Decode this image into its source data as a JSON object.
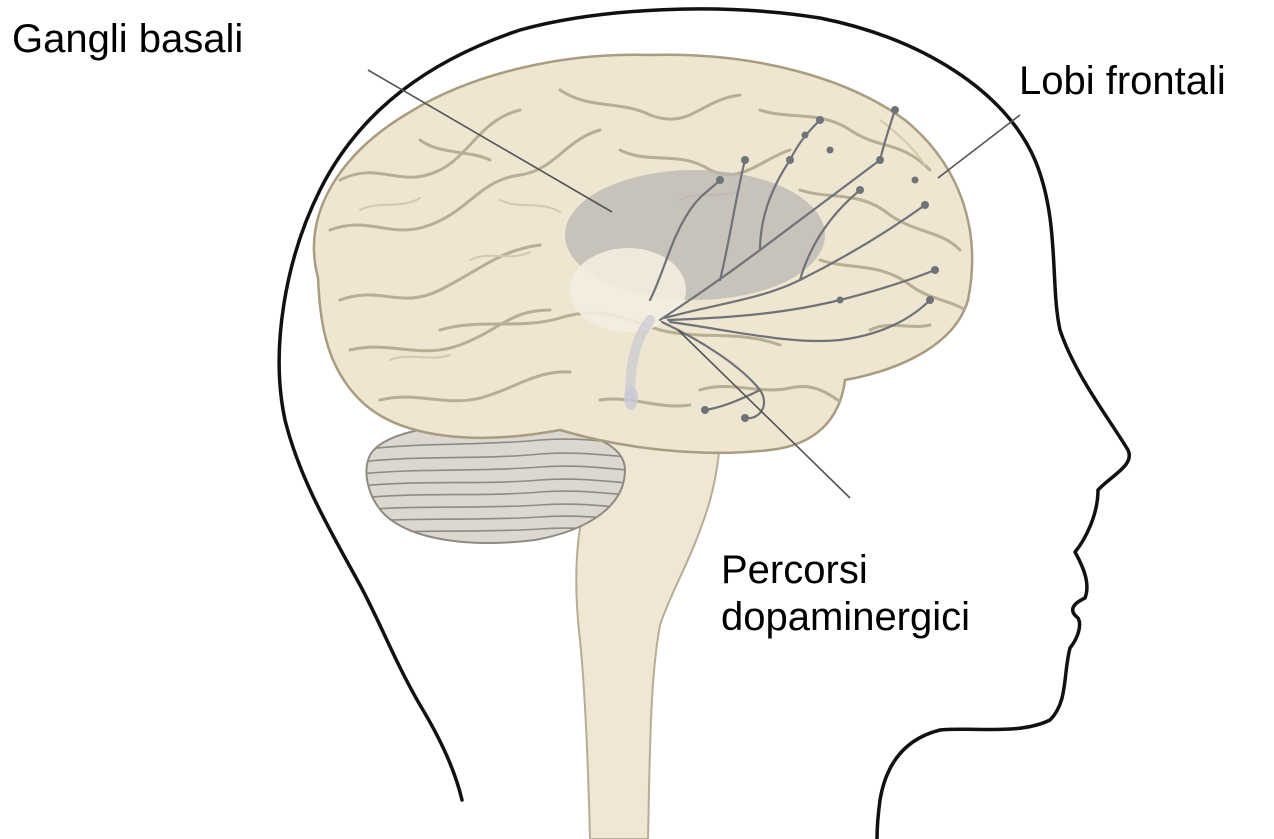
{
  "labels": {
    "basal_ganglia": "Gangli basali",
    "frontal_lobes": "Lobi frontali",
    "dopamine_pathways_line1": "Percorsi",
    "dopamine_pathways_line2": "dopaminergici"
  },
  "colors": {
    "background": "#ffffff",
    "head_outline": "#111111",
    "brain_fill": "#efe6d2",
    "brain_fold": "#b9ad93",
    "cerebellum_fill": "#ddd8cf",
    "cerebellum_lines": "#8f8a83",
    "brainstem_fill": "#efe6d3",
    "basal_ganglia_region": "#b9b6b1",
    "pathway_lines": "#6f7378",
    "leader_lines": "#555555",
    "text": "#000000"
  }
}
